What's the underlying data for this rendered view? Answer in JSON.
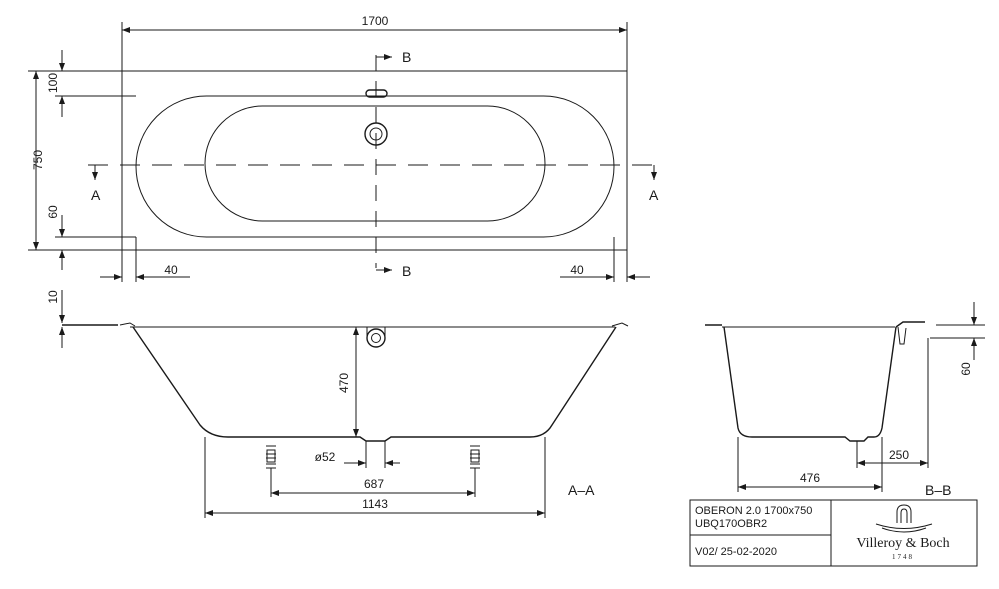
{
  "top_view": {
    "dim_length": "1700",
    "dim_width": "750",
    "dim_rim_top": "100",
    "dim_rim_bottom": "60",
    "dim_rim_left": "40",
    "dim_rim_right": "40",
    "cut_a_left": "A",
    "cut_a_right": "A",
    "cut_b_top": "B",
    "cut_b_bottom": "B"
  },
  "section_aa": {
    "label": "A–A",
    "dim_flange": "10",
    "dim_depth": "470",
    "dim_waste": "ø52",
    "dim_feet": "687",
    "dim_bottom": "1143"
  },
  "section_bb": {
    "label": "B–B",
    "dim_depth": "60",
    "dim_bottom": "476",
    "dim_offset": "250"
  },
  "title_block": {
    "model": "OBERON 2.0 1700x750",
    "code": "UBQ170OBR2",
    "version": "V02/ 25-02-2020",
    "brand": "Villeroy & Boch",
    "year": "1748"
  }
}
